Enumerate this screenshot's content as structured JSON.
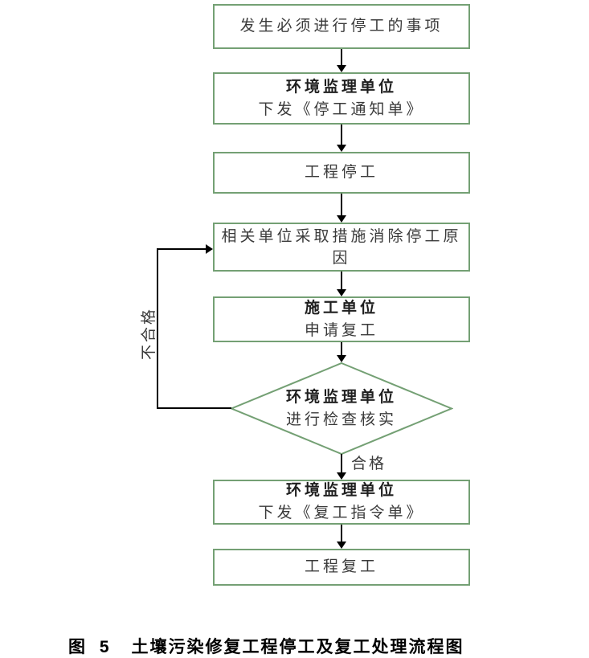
{
  "page": {
    "background_color": "#ffffff"
  },
  "flowchart": {
    "border_color": "#74A074",
    "arrow_color": "#000000",
    "text_color": "#3a3a3a",
    "nodes": [
      {
        "id": "start-event",
        "type": "process",
        "lines": [
          {
            "text": "发生必须进行停工的事项",
            "bold": false
          }
        ]
      },
      {
        "id": "supervisor-issue-stop-notice",
        "type": "process",
        "lines": [
          {
            "text": "环境监理单位",
            "bold": true
          },
          {
            "text": "下发《停工通知单》",
            "bold": false
          }
        ]
      },
      {
        "id": "project-stop",
        "type": "process",
        "lines": [
          {
            "text": "工程停工",
            "bold": false
          }
        ]
      },
      {
        "id": "units-remove-cause",
        "type": "process",
        "lines": [
          {
            "text": "相关单位采取措施消除停工原",
            "bold": false
          },
          {
            "text": "因",
            "bold": false
          }
        ]
      },
      {
        "id": "contractor-apply-resume",
        "type": "process",
        "lines": [
          {
            "text": "施工单位",
            "bold": true
          },
          {
            "text": "申请复工",
            "bold": false
          }
        ]
      },
      {
        "id": "supervisor-inspect-verify",
        "type": "decision",
        "lines": [
          {
            "text": "环境监理单位",
            "bold": true
          },
          {
            "text": "进行检查核实",
            "bold": false
          }
        ]
      },
      {
        "id": "supervisor-issue-resume-order",
        "type": "process",
        "lines": [
          {
            "text": "环境监理单位",
            "bold": true
          },
          {
            "text": "下发《复工指令单》",
            "bold": false
          }
        ]
      },
      {
        "id": "project-resume",
        "type": "process",
        "lines": [
          {
            "text": "工程复工",
            "bold": false
          }
        ]
      }
    ],
    "edge_labels": {
      "pass": "合格",
      "fail": "不合格"
    }
  },
  "caption": {
    "prefix": "图 5",
    "text": "土壤污染修复工程停工及复工处理流程图"
  }
}
